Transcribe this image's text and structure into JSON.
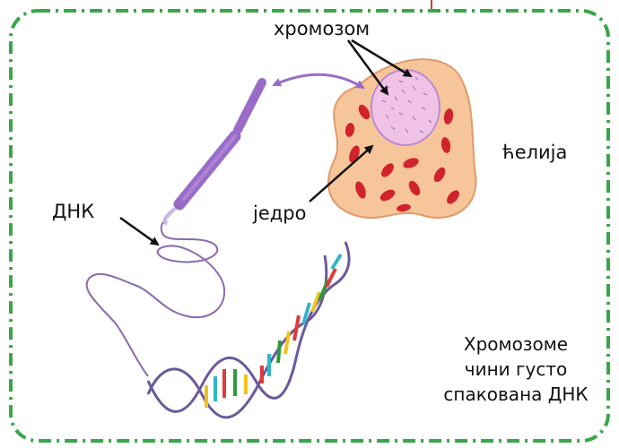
{
  "labels": {
    "chromosome": "хромозом",
    "cell": "ћелија",
    "nucleus": "једро",
    "dna": "ДНК"
  },
  "caption": {
    "line1": "Хромозоме",
    "line2": "чини густо",
    "line3": "спакована ДНК"
  },
  "colors": {
    "frame": "#3aa64a",
    "top_line": "#d23a3a",
    "cell_fill": "#f6c59a",
    "cell_stroke": "#e09a6a",
    "nucleus_fill": "#efc2e6",
    "nucleus_stroke": "#b98ad6",
    "organelle": "#d0232b",
    "chromosome": "#9a6cc8",
    "dna_strand": "#8a6ab0",
    "arrow": "#111111"
  }
}
